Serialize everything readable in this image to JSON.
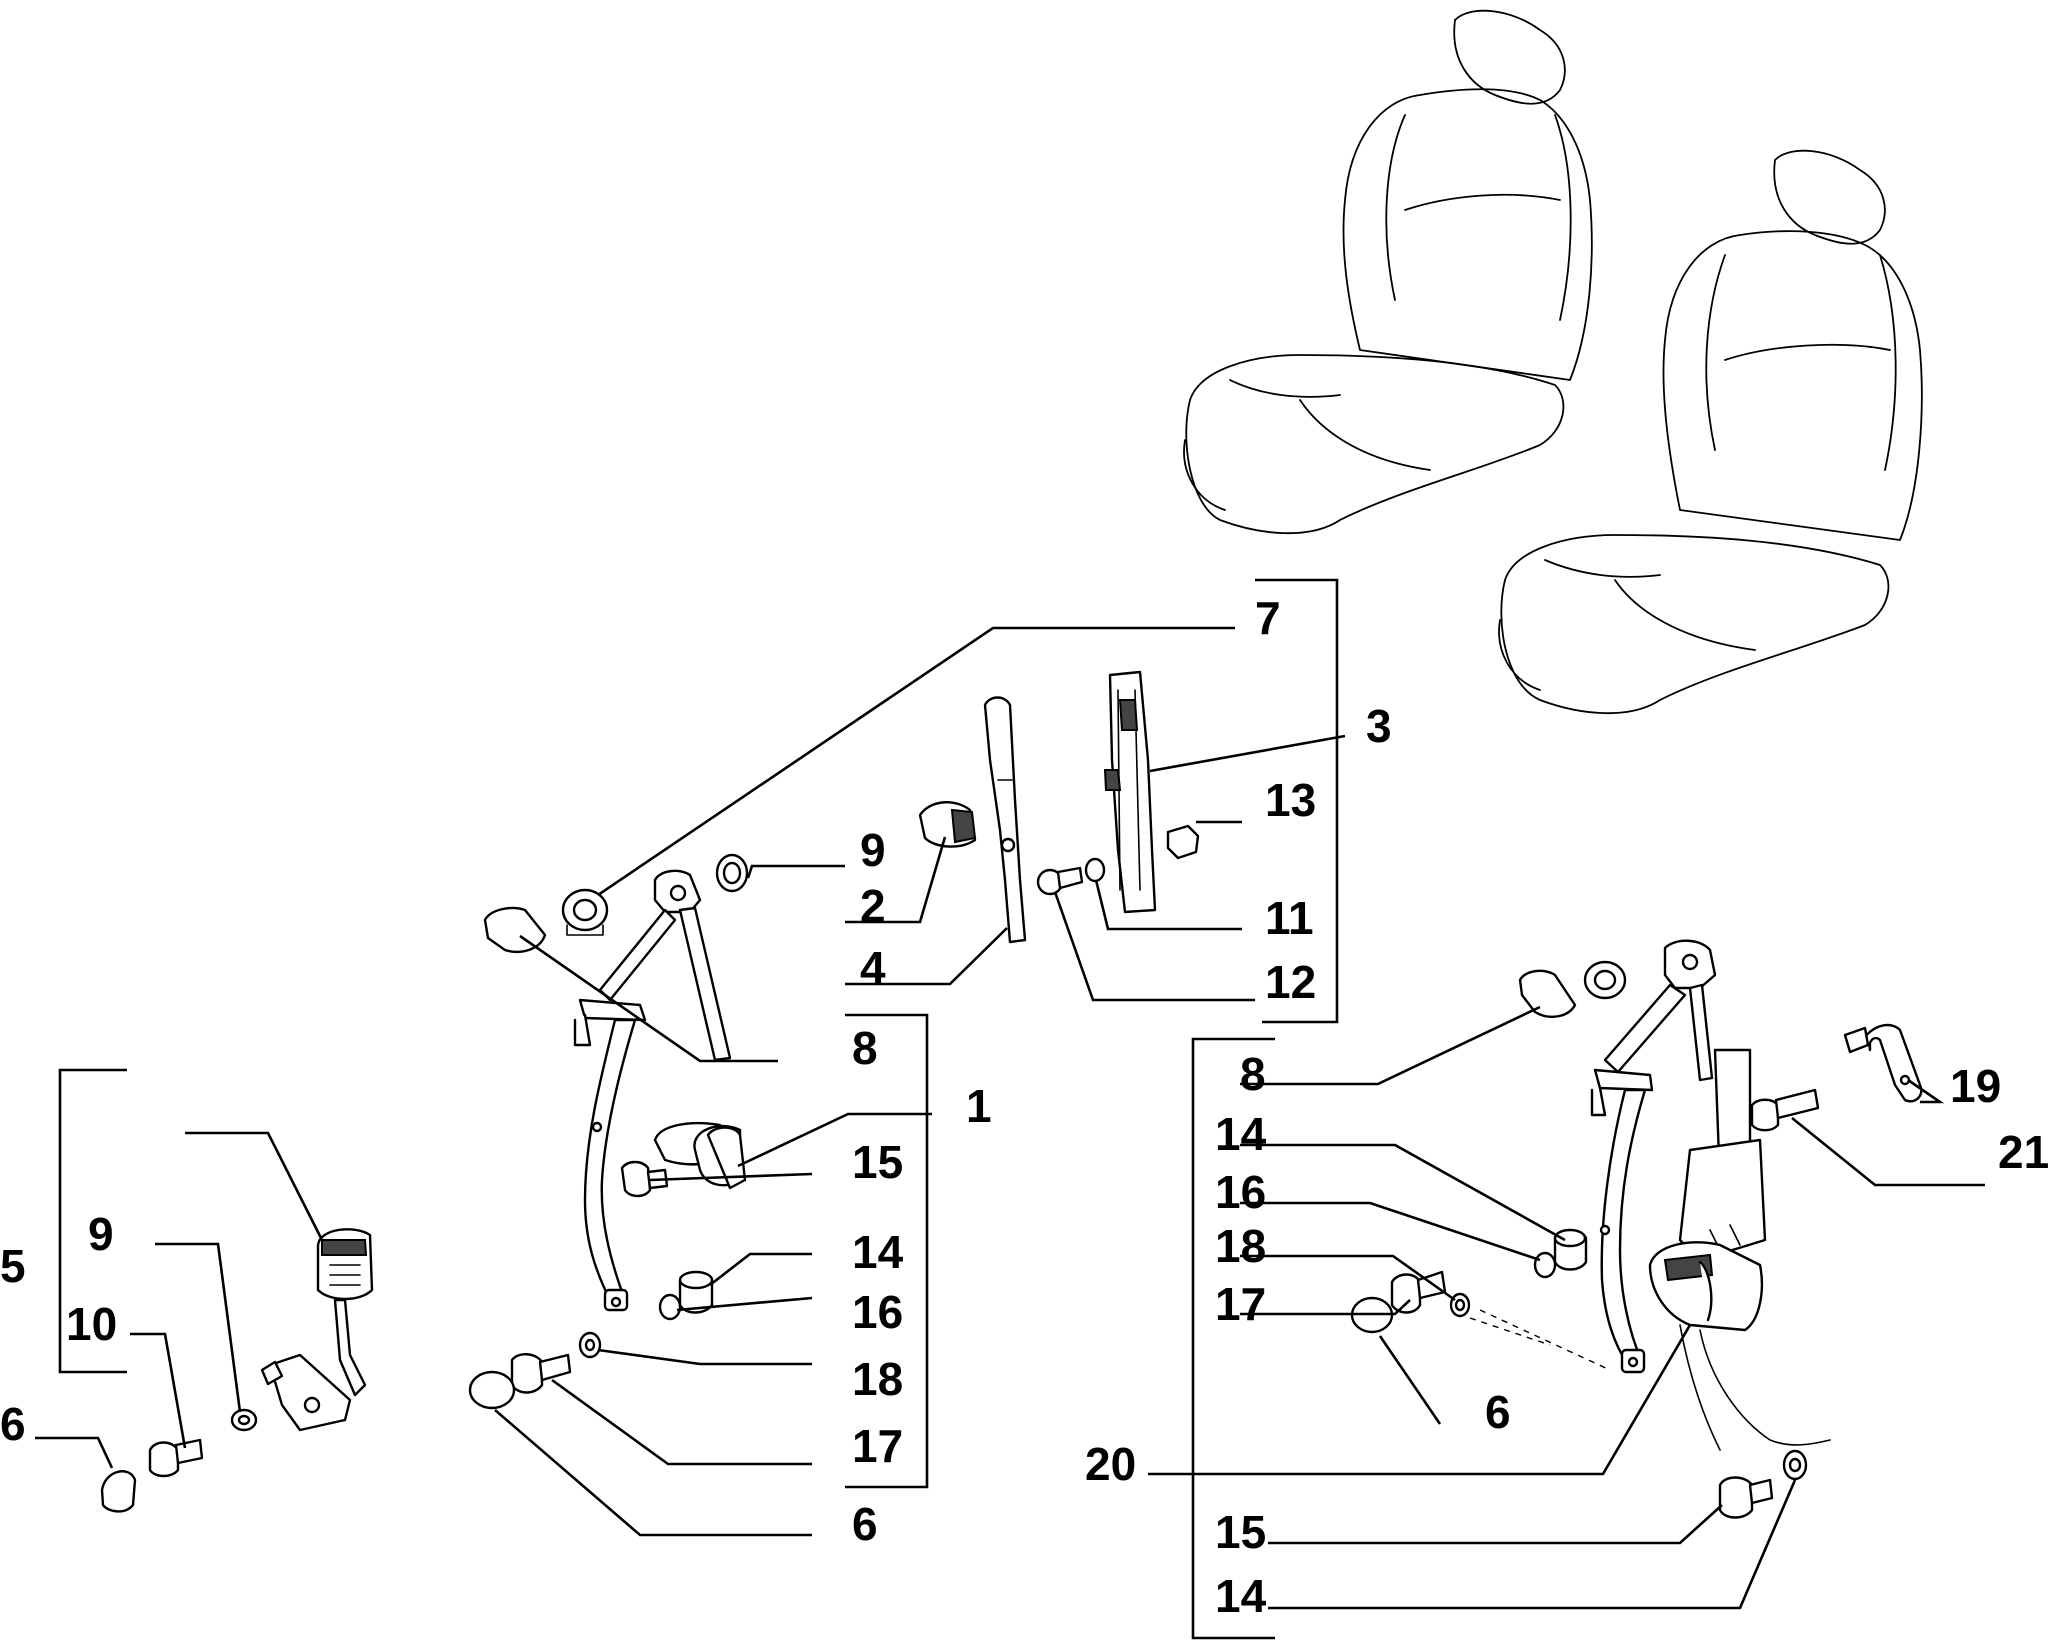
{
  "callouts": {
    "c7": "7",
    "c3": "3",
    "c13": "13",
    "c9a": "9",
    "c2": "2",
    "c11": "11",
    "c4": "4",
    "c12": "12",
    "c8a": "8",
    "c1": "1",
    "c15a": "15",
    "c14a": "14",
    "c16a": "16",
    "c18a": "18",
    "c17a": "17",
    "c6a": "6",
    "c5": "5",
    "c9b": "9",
    "c10": "10",
    "c6b": "6",
    "c8b": "8",
    "c14b": "14",
    "c16b": "16",
    "c18b": "18",
    "c17b": "17",
    "c6c": "6",
    "c19": "19",
    "c21": "21",
    "c20": "20",
    "c15b": "15",
    "c14c": "14"
  },
  "parts": [
    "seat-back-left",
    "seat-front-right",
    "anchor-plate",
    "trim-cover",
    "height-adjuster-rail",
    "guide-strip",
    "belt-retractor-left",
    "buckle-left",
    "belt-retractor-right",
    "belt-guide-handle"
  ]
}
